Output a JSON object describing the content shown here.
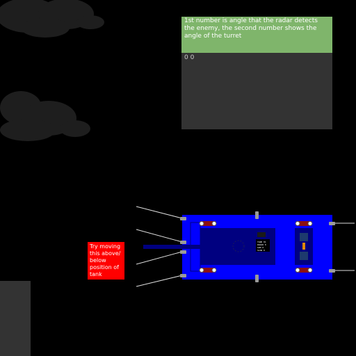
{
  "info_panel": {
    "description": "1st number is angle that the radar detects the enemy, the second number shows the angle of the turret",
    "readout": "0 0"
  },
  "hint": {
    "text": "Try moving this above/ below position of tank"
  },
  "tank": {
    "screen_lines": [
      "TANK 01",
      "RADAR  0",
      "GUN    0",
      "SCAN   0"
    ]
  },
  "colors": {
    "background": "#000000",
    "panel_header": "#7fb56b",
    "panel_body": "#333333",
    "tank_body": "#0000ff",
    "tank_inner": "#000080",
    "hint_box": "#ff0000",
    "cloud": "#1e1e1e"
  }
}
